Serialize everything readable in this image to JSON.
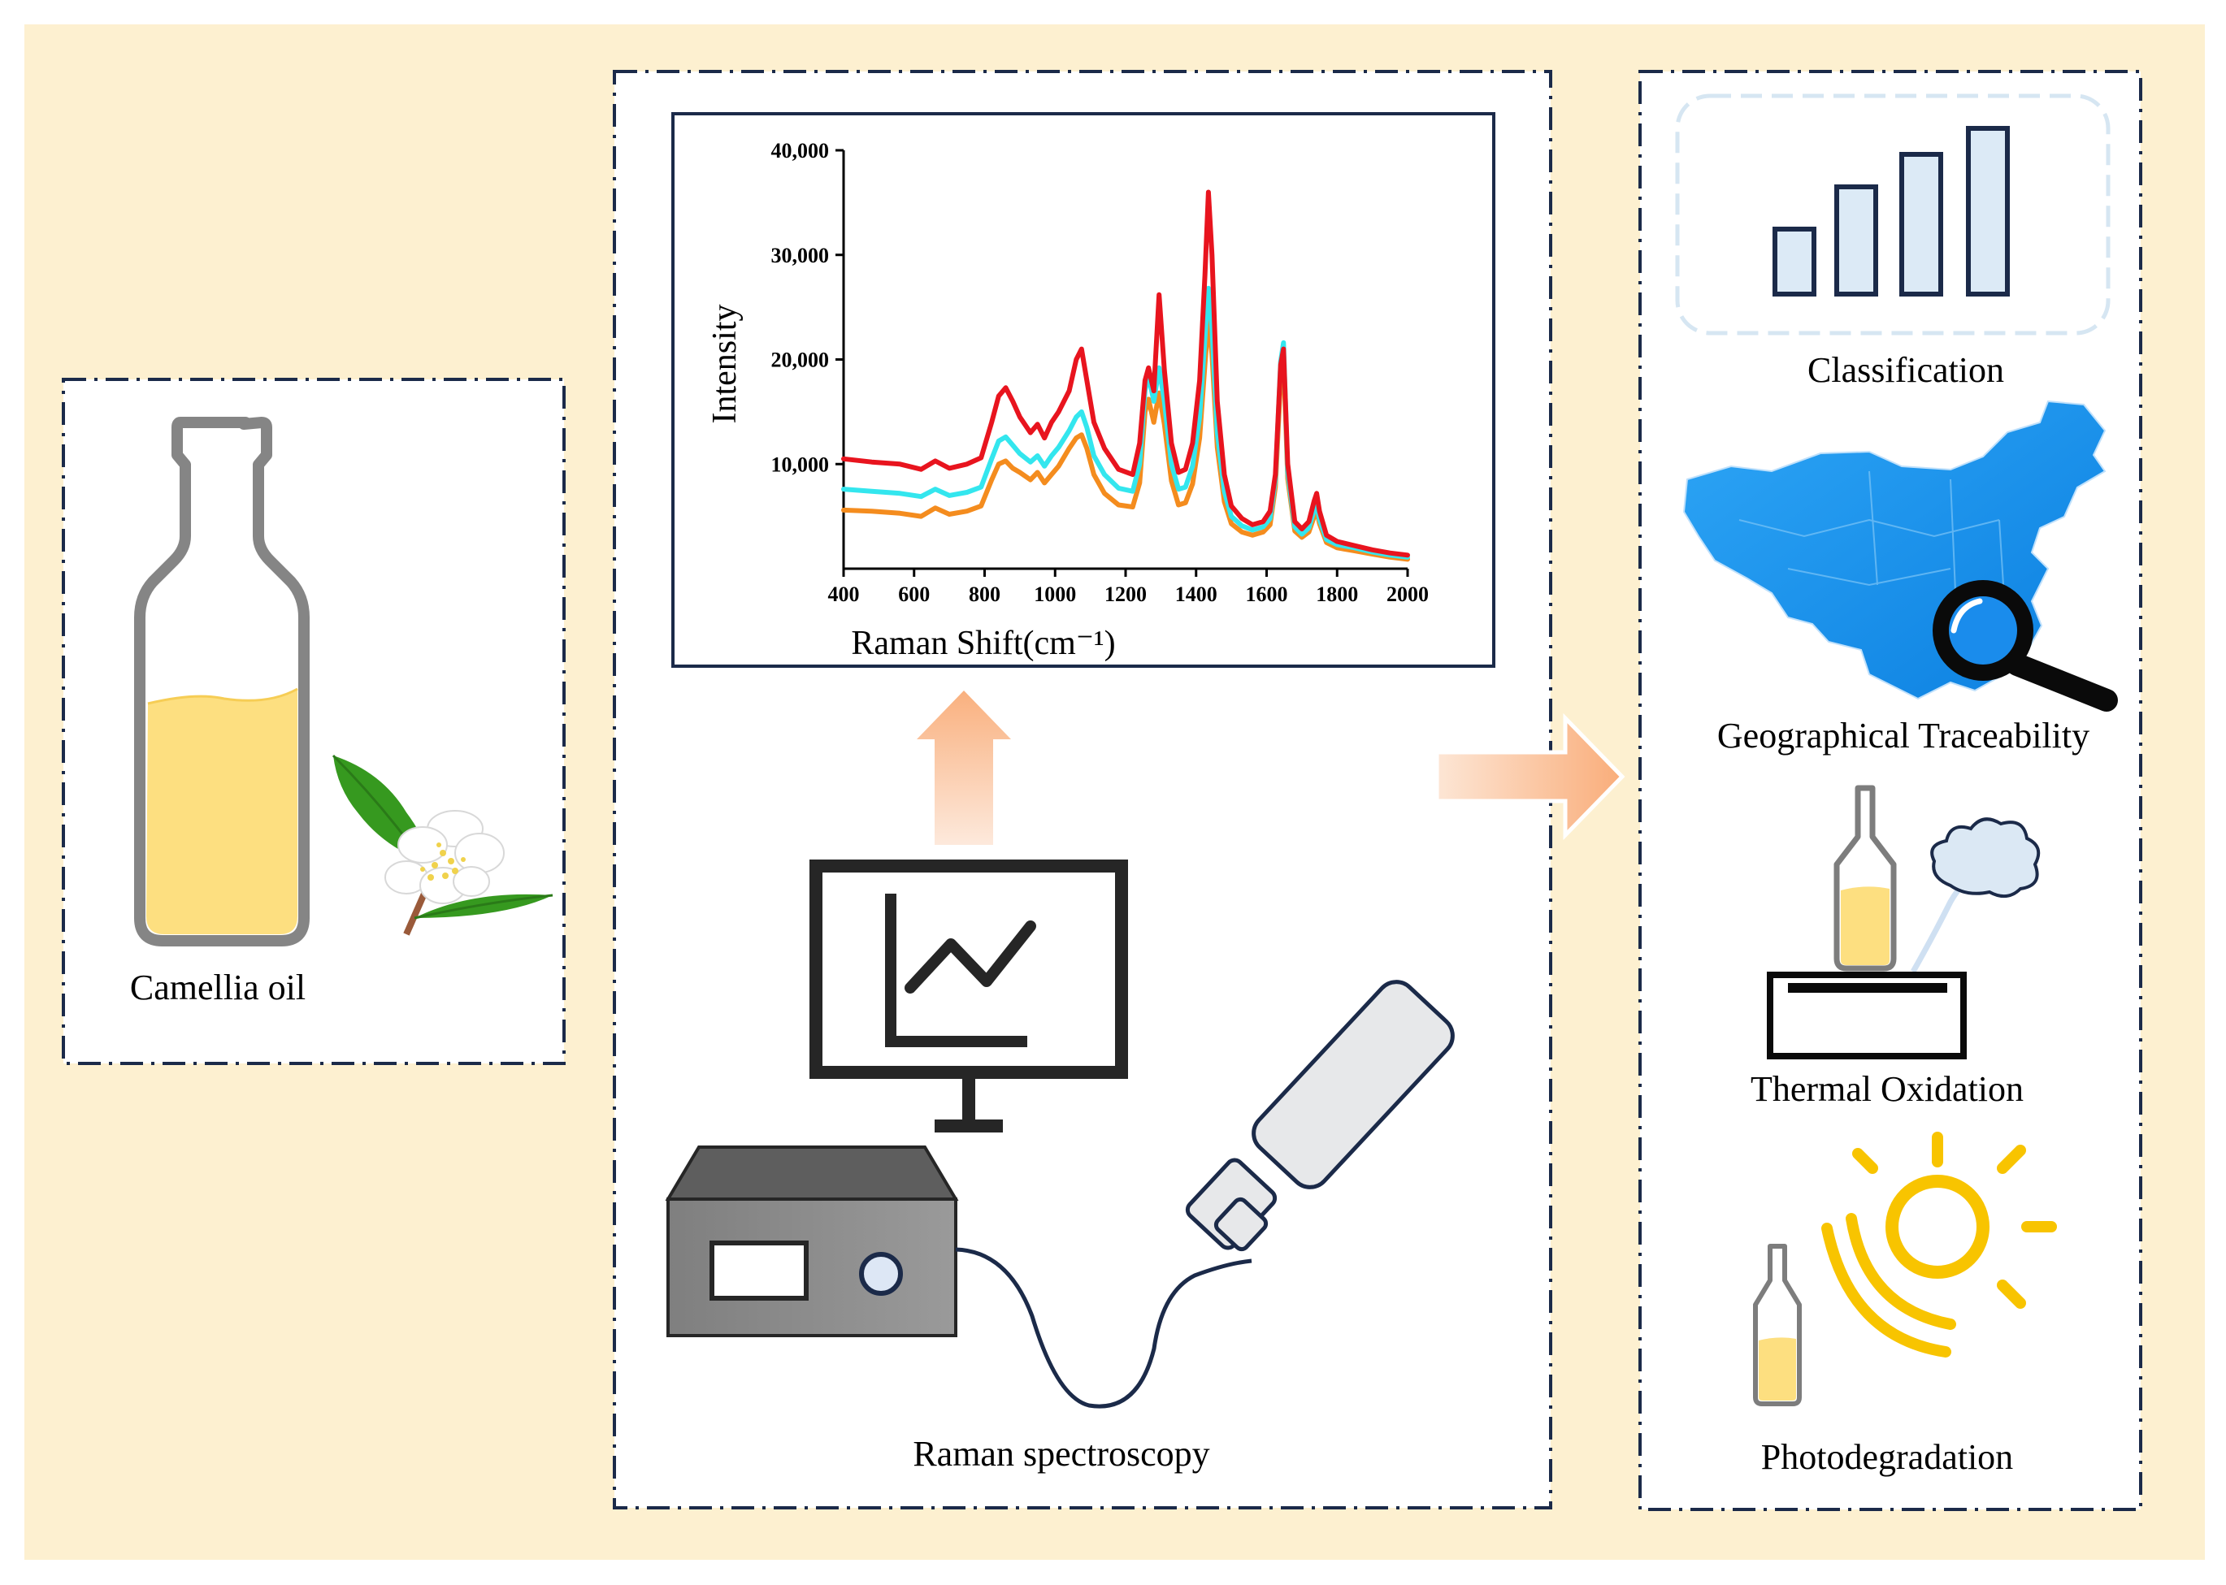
{
  "left_panel": {
    "label": "Camellia oil"
  },
  "middle_panel": {
    "label": "Raman spectroscopy"
  },
  "right_panel": {
    "items": [
      {
        "label": "Classification",
        "icon": "bar-chart-icon"
      },
      {
        "label": "Geographical Traceability",
        "icon": "china-map-magnifier-icon"
      },
      {
        "label": "Thermal Oxidation",
        "icon": "bottle-on-heater-icon"
      },
      {
        "label": "Photodegradation",
        "icon": "bottle-sun-icon"
      }
    ]
  },
  "chart_data": {
    "type": "line",
    "xlabel": "Raman Shift(cm⁻¹)",
    "ylabel": "Intensity",
    "xlim": [
      400,
      2000
    ],
    "ylim": [
      0,
      40000
    ],
    "x_ticks": [
      "400",
      "600",
      "800",
      "1000",
      "1200",
      "1400",
      "1600",
      "1800",
      "2000"
    ],
    "y_ticks": [
      "10,000",
      "20,000",
      "30,000",
      "40,000"
    ],
    "series": [
      {
        "color": "#e8141e",
        "x": [
          400,
          480,
          560,
          620,
          660,
          700,
          750,
          790,
          820,
          840,
          860,
          880,
          900,
          930,
          950,
          970,
          990,
          1010,
          1040,
          1060,
          1075,
          1090,
          1110,
          1140,
          1180,
          1220,
          1240,
          1255,
          1265,
          1280,
          1295,
          1310,
          1330,
          1350,
          1370,
          1390,
          1410,
          1425,
          1435,
          1445,
          1460,
          1480,
          1500,
          1530,
          1560,
          1590,
          1610,
          1625,
          1640,
          1648,
          1660,
          1680,
          1700,
          1720,
          1735,
          1742,
          1750,
          1770,
          1800,
          1850,
          1900,
          1950,
          2000
        ],
        "y": [
          10500,
          10200,
          10000,
          9500,
          10300,
          9600,
          10000,
          10600,
          14000,
          16500,
          17300,
          16000,
          14500,
          13000,
          13800,
          12500,
          14000,
          15000,
          17000,
          20000,
          21000,
          18000,
          14000,
          11500,
          9500,
          9000,
          12000,
          18000,
          19200,
          17000,
          26200,
          19000,
          12000,
          9200,
          9500,
          12000,
          18000,
          28000,
          36000,
          30000,
          16000,
          9000,
          6000,
          4800,
          4200,
          4500,
          5500,
          9000,
          19500,
          21000,
          10000,
          4500,
          3800,
          4500,
          6500,
          7200,
          5500,
          3200,
          2600,
          2200,
          1800,
          1500,
          1300
        ]
      },
      {
        "color": "#33e6ee",
        "x": [
          400,
          480,
          560,
          620,
          660,
          700,
          750,
          790,
          820,
          840,
          860,
          880,
          900,
          930,
          950,
          970,
          990,
          1010,
          1040,
          1060,
          1075,
          1090,
          1110,
          1140,
          1180,
          1220,
          1240,
          1255,
          1265,
          1280,
          1295,
          1310,
          1330,
          1350,
          1370,
          1390,
          1410,
          1425,
          1435,
          1445,
          1460,
          1480,
          1500,
          1530,
          1560,
          1590,
          1610,
          1625,
          1640,
          1648,
          1660,
          1680,
          1700,
          1720,
          1735,
          1742,
          1750,
          1770,
          1800,
          1850,
          1900,
          1950,
          2000
        ],
        "y": [
          7600,
          7400,
          7200,
          6900,
          7600,
          7000,
          7300,
          7800,
          10500,
          12200,
          12600,
          11800,
          11000,
          10200,
          10800,
          9800,
          10800,
          11600,
          13200,
          14500,
          15000,
          13500,
          10800,
          9000,
          7700,
          7400,
          10000,
          17000,
          18500,
          16000,
          19200,
          16000,
          10000,
          7600,
          7800,
          9800,
          14500,
          22000,
          26800,
          23000,
          13000,
          7400,
          5000,
          4100,
          3700,
          4000,
          4800,
          8500,
          19800,
          21600,
          9200,
          4000,
          3300,
          3900,
          5600,
          6200,
          4700,
          2800,
          2300,
          2000,
          1600,
          1300,
          1100
        ]
      },
      {
        "color": "#f48c1e",
        "x": [
          400,
          480,
          560,
          620,
          660,
          700,
          750,
          790,
          820,
          840,
          860,
          880,
          900,
          930,
          950,
          970,
          990,
          1010,
          1040,
          1060,
          1075,
          1090,
          1110,
          1140,
          1180,
          1220,
          1240,
          1255,
          1265,
          1280,
          1295,
          1310,
          1330,
          1350,
          1370,
          1390,
          1410,
          1425,
          1435,
          1445,
          1460,
          1480,
          1500,
          1530,
          1560,
          1590,
          1610,
          1625,
          1640,
          1648,
          1660,
          1680,
          1700,
          1720,
          1735,
          1742,
          1750,
          1770,
          1800,
          1850,
          1900,
          1950,
          2000
        ],
        "y": [
          5600,
          5500,
          5300,
          5000,
          5800,
          5200,
          5500,
          6000,
          8500,
          10000,
          10300,
          9600,
          9200,
          8500,
          9200,
          8200,
          9000,
          9800,
          11500,
          12500,
          12800,
          11500,
          9000,
          7200,
          6100,
          5900,
          8200,
          15000,
          16200,
          14000,
          16800,
          13800,
          8400,
          6100,
          6300,
          8100,
          12500,
          19500,
          23800,
          20500,
          11600,
          6400,
          4300,
          3500,
          3200,
          3500,
          4200,
          7800,
          18200,
          20200,
          8600,
          3600,
          3000,
          3500,
          5000,
          5600,
          4300,
          2500,
          2000,
          1700,
          1400,
          1100,
          900
        ]
      }
    ]
  },
  "colors": {
    "background": "#fdf0d0",
    "panel_border": "#1b2a49",
    "oil": "#fddf80",
    "arrow": "#f9b483",
    "map_blue": "#1e97f0",
    "sun_yellow": "#f8c400"
  }
}
